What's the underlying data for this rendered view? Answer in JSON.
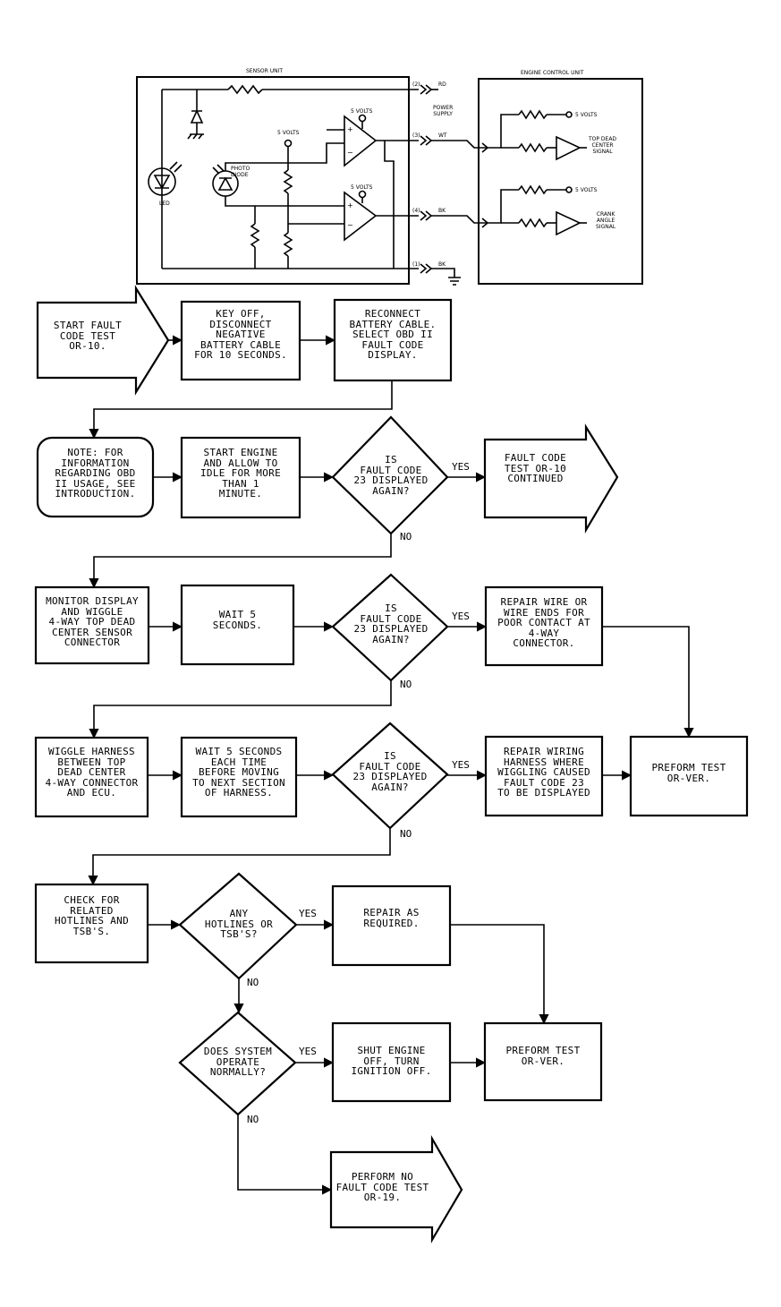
{
  "schematic": {
    "sensor_unit_title": "SENSOR UNIT",
    "ecu_title": "ENGINE CONTROL UNIT",
    "five_volts_sensor_left": "5 VOLTS",
    "five_volts_opamp1": "5 VOLTS",
    "five_volts_opamp2": "5 VOLTS",
    "five_volts_ecu1": "5 VOLTS",
    "five_volts_ecu2": "5 VOLTS",
    "led_label": "LED",
    "photo_diode_label": "PHOTO\nDIODE",
    "wire2_pin": "(2)",
    "wire2_color": "RD",
    "power_supply_label": "POWER\nSUPPLY",
    "wire3_pin": "(3)",
    "wire3_color": "WT",
    "wire4_pin": "(4)",
    "wire4_color": "BK",
    "wire1_pin": "(1)",
    "wire1_color": "BK",
    "tdc_signal_label": "TOP DEAD\nCENTER\nSIGNAL",
    "crank_signal_label": "CRANK\nANGLE\nSIGNAL",
    "opamp_plus": "+",
    "opamp_minus": "−"
  },
  "flow": {
    "start": "START FAULT\nCODE TEST\nOR-10.",
    "key_off": "KEY OFF,\nDISCONNECT\nNEGATIVE\nBATTERY CABLE\nFOR 10 SECONDS.",
    "reconnect": "RECONNECT\nBATTERY CABLE.\nSELECT OBD II\nFAULT CODE\nDISPLAY.",
    "note": "NOTE: FOR\nINFORMATION\nREGARDING OBD\nII USAGE, SEE\nINTRODUCTION.",
    "start_engine": "START ENGINE\nAND ALLOW TO\nIDLE FOR MORE\nTHAN 1\nMINUTE.",
    "decision1": "IS\nFAULT CODE\n23 DISPLAYED\nAGAIN?",
    "continued": "FAULT CODE\nTEST OR-10\nCONTINUED",
    "monitor": "MONITOR DISPLAY\nAND WIGGLE\n4-WAY TOP DEAD\nCENTER SENSOR\nCONNECTOR",
    "wait5": "WAIT 5\nSECONDS.",
    "decision2": "IS\nFAULT CODE\n23 DISPLAYED\nAGAIN?",
    "repair_wire": "REPAIR WIRE OR\nWIRE ENDS FOR\nPOOR CONTACT AT\n4-WAY\nCONNECTOR.",
    "wiggle_harness": "WIGGLE HARNESS\nBETWEEN TOP\nDEAD CENTER\n4-WAY CONNECTOR\nAND ECU.",
    "wait5_each": "WAIT 5 SECONDS\nEACH TIME\nBEFORE MOVING\nTO NEXT SECTION\nOF HARNESS.",
    "decision3": "IS\nFAULT CODE\n23 DISPLAYED\nAGAIN?",
    "repair_wiring": "REPAIR WIRING\nHARNESS WHERE\nWIGGLING CAUSED\nFAULT CODE 23\nTO BE DISPLAYED",
    "perform_test_1": "PREFORM TEST\nOR-VER.",
    "check_hotlines": "CHECK FOR\nRELATED\nHOTLINES AND\nTSB'S.",
    "decision_hotlines": "ANY\nHOTLINES OR\nTSB'S?",
    "repair_required": "REPAIR AS\nREQUIRED.",
    "decision_normal": "DOES SYSTEM\nOPERATE\nNORMALLY?",
    "shut_engine": "SHUT ENGINE\nOFF, TURN\nIGNITION OFF.",
    "perform_test_2": "PREFORM TEST\nOR-VER.",
    "perform_no_fault": "PERFORM NO\nFAULT CODE TEST\nOR-19.",
    "yes": "YES",
    "no": "NO"
  }
}
